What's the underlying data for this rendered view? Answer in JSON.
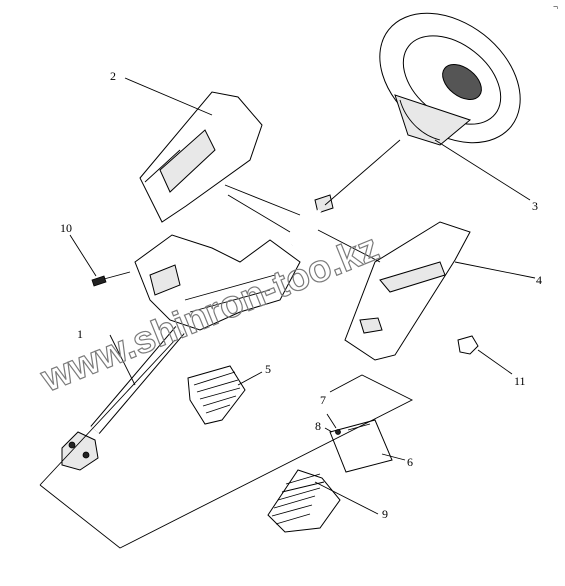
{
  "diagram": {
    "callouts": [
      {
        "id": "c1",
        "label": "1"
      },
      {
        "id": "c2",
        "label": "2"
      },
      {
        "id": "c3",
        "label": "3"
      },
      {
        "id": "c4",
        "label": "4"
      },
      {
        "id": "c5",
        "label": "5"
      },
      {
        "id": "c6",
        "label": "6"
      },
      {
        "id": "c7",
        "label": "7"
      },
      {
        "id": "c8",
        "label": "8"
      },
      {
        "id": "c9",
        "label": "9"
      },
      {
        "id": "c10",
        "label": "10"
      },
      {
        "id": "c11",
        "label": "11"
      }
    ],
    "watermark": "www.shinron-too.kz",
    "corner_mark": "¬"
  }
}
